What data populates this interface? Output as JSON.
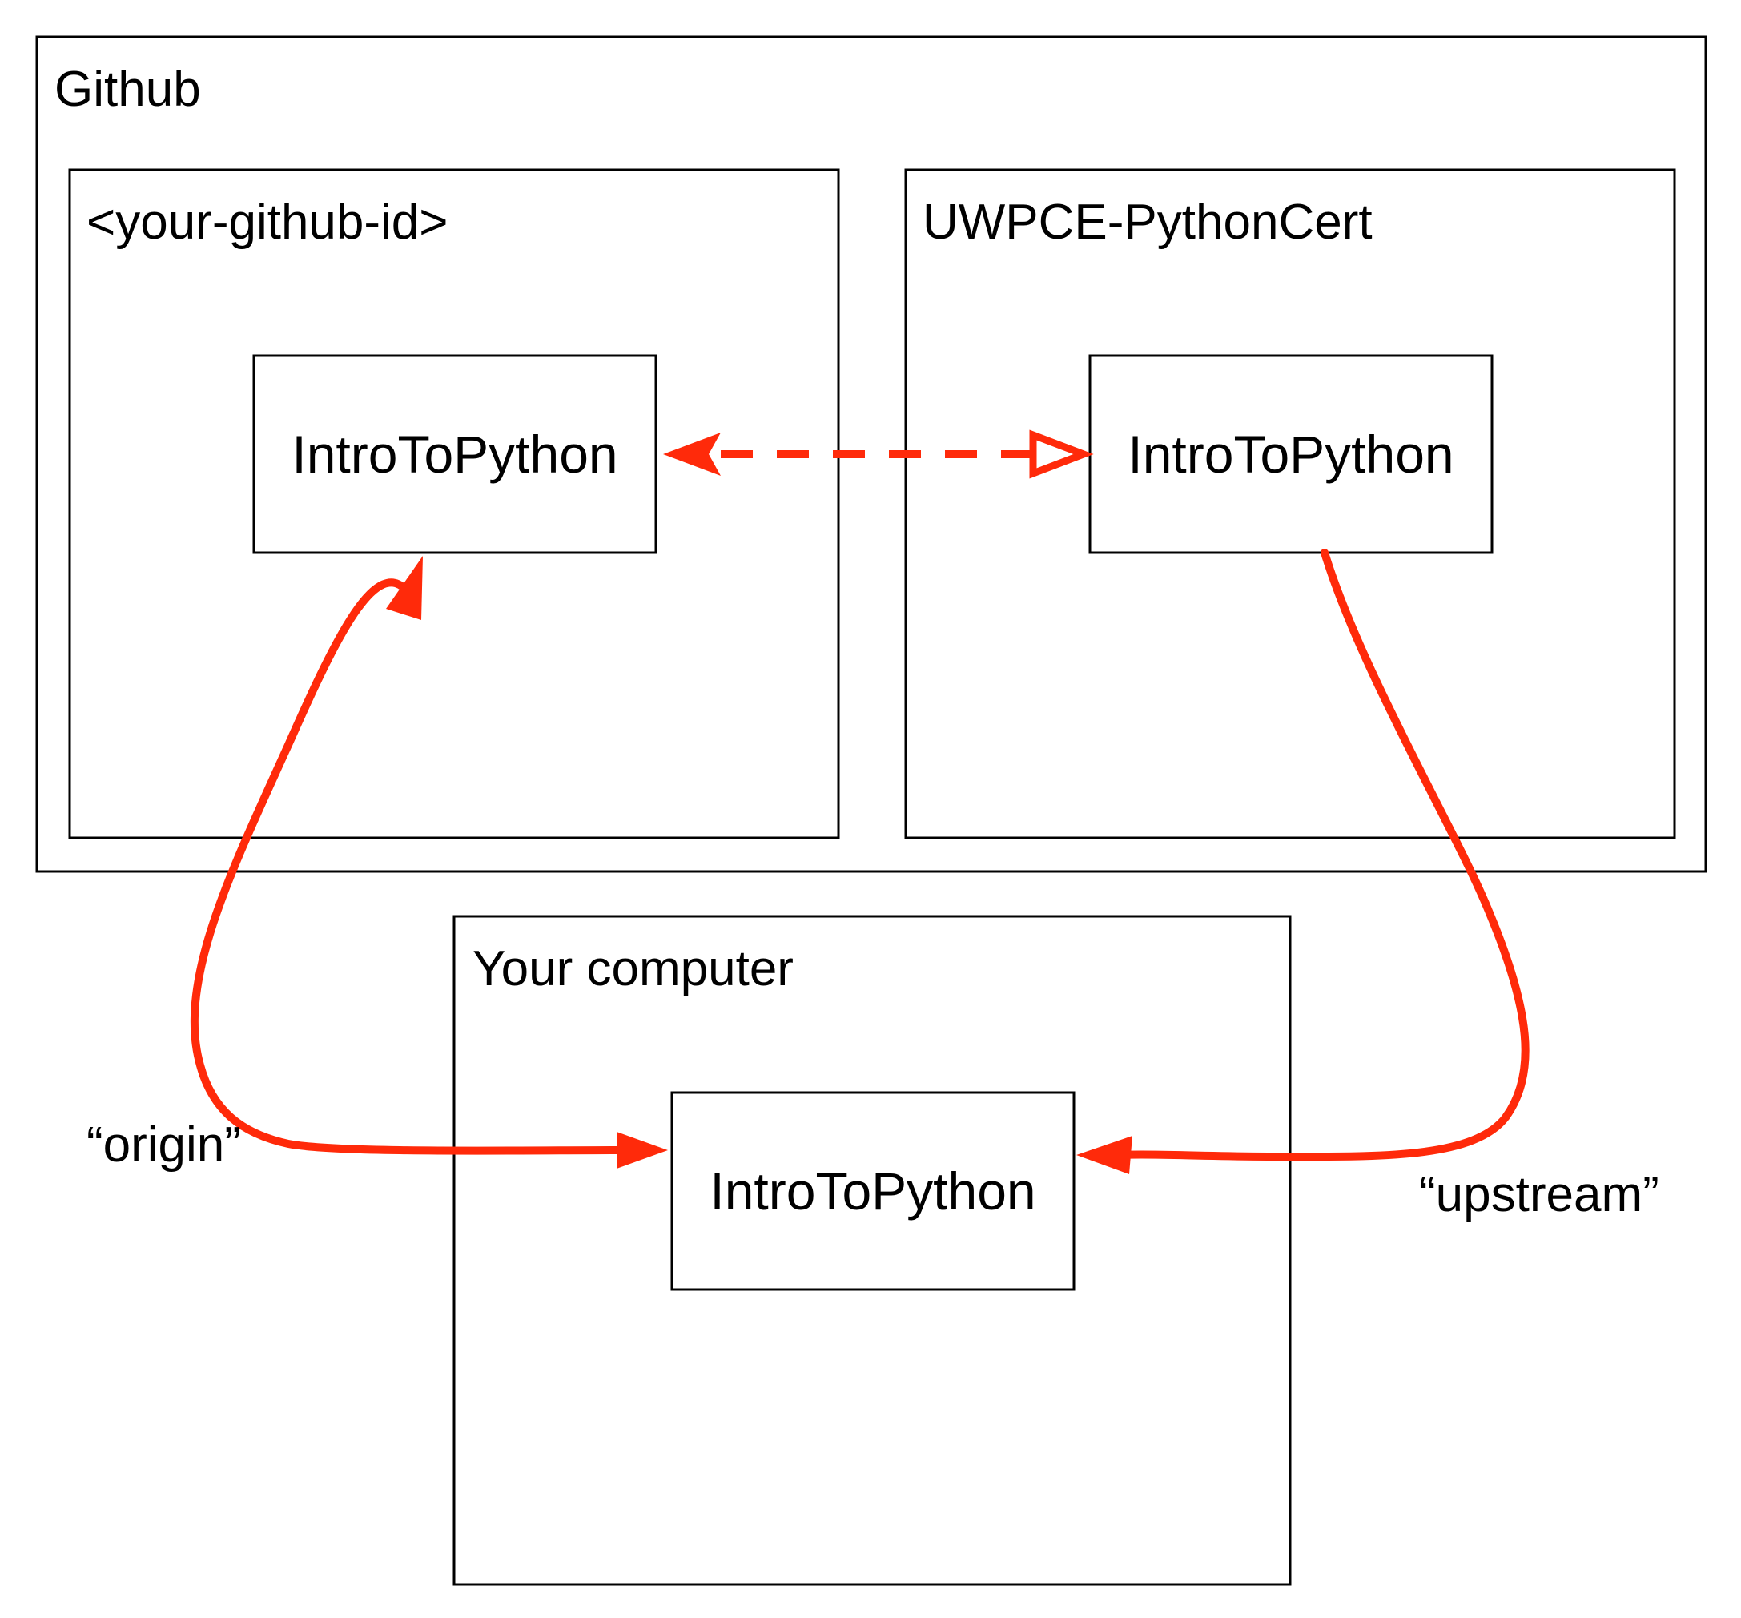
{
  "groups": {
    "github": "Github",
    "user_account": "<your-github-id>",
    "org_account": "UWPCE-PythonCert",
    "computer": "Your computer"
  },
  "repos": {
    "user_repo": "IntroToPython",
    "org_repo": "IntroToPython",
    "local_repo": "IntroToPython"
  },
  "remotes": {
    "origin": "“origin”",
    "upstream": "“upstream”"
  },
  "colors": {
    "arrow": "#ff2a0a",
    "box_stroke": "#000000"
  }
}
